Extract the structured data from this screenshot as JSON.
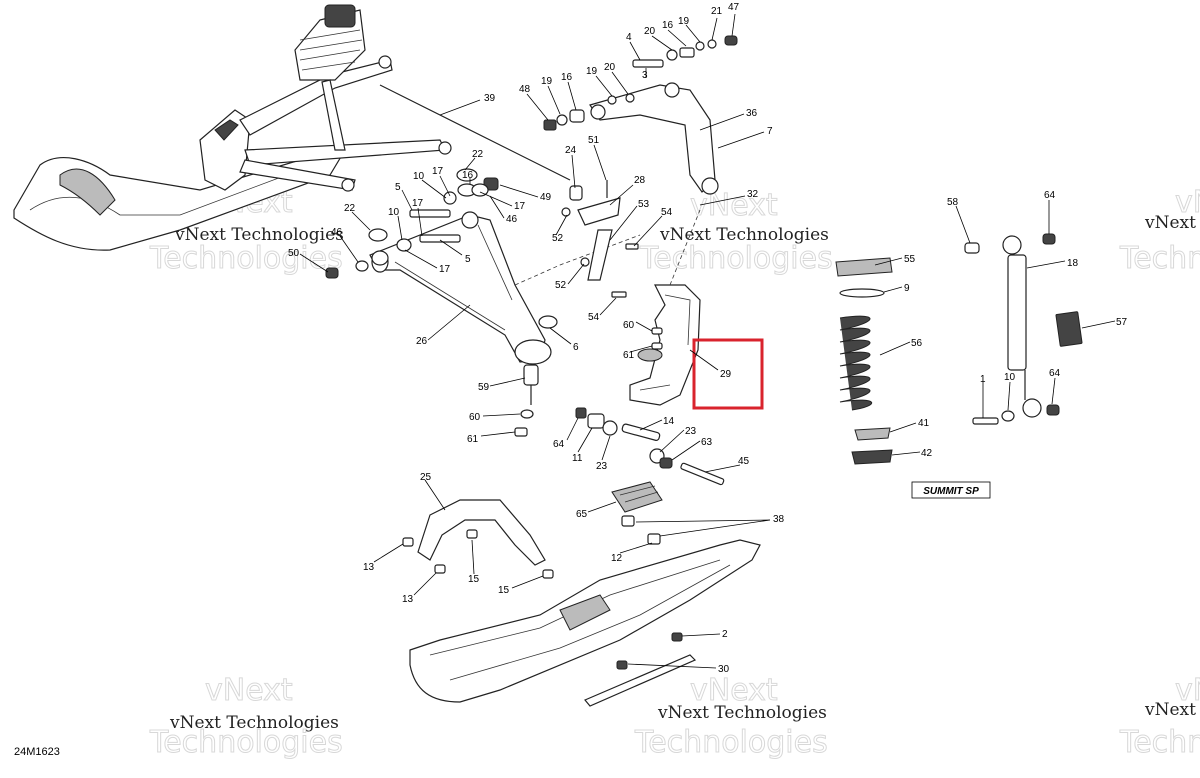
{
  "diagram": {
    "reference_code": "24M1623",
    "model_label": "SUMMIT SP",
    "highlighted_part": "29",
    "watermark": {
      "line1": "vNext",
      "line2": "vNext Technologies",
      "line3": "Technologies"
    }
  },
  "callouts": [
    {
      "id": "c47",
      "label": "47"
    },
    {
      "id": "c21",
      "label": "21"
    },
    {
      "id": "c19a",
      "label": "19"
    },
    {
      "id": "c16a",
      "label": "16"
    },
    {
      "id": "c20a",
      "label": "20"
    },
    {
      "id": "c4",
      "label": "4"
    },
    {
      "id": "c3",
      "label": "3"
    },
    {
      "id": "c19b",
      "label": "19"
    },
    {
      "id": "c20b",
      "label": "20"
    },
    {
      "id": "c19c",
      "label": "19"
    },
    {
      "id": "c16b",
      "label": "16"
    },
    {
      "id": "c48",
      "label": "48"
    },
    {
      "id": "c36",
      "label": "36"
    },
    {
      "id": "c7",
      "label": "7"
    },
    {
      "id": "c39",
      "label": "39"
    },
    {
      "id": "c51",
      "label": "51"
    },
    {
      "id": "c24",
      "label": "24"
    },
    {
      "id": "c22a",
      "label": "22"
    },
    {
      "id": "c28",
      "label": "28"
    },
    {
      "id": "c32",
      "label": "32"
    },
    {
      "id": "c5a",
      "label": "5"
    },
    {
      "id": "c10a",
      "label": "10"
    },
    {
      "id": "c17a",
      "label": "17"
    },
    {
      "id": "c16c",
      "label": "16"
    },
    {
      "id": "c17b",
      "label": "17"
    },
    {
      "id": "c49",
      "label": "49"
    },
    {
      "id": "c46a",
      "label": "46"
    },
    {
      "id": "c53",
      "label": "53"
    },
    {
      "id": "c54a",
      "label": "54"
    },
    {
      "id": "c52a",
      "label": "52"
    },
    {
      "id": "c22b",
      "label": "22"
    },
    {
      "id": "c10b",
      "label": "10"
    },
    {
      "id": "c17c",
      "label": "17"
    },
    {
      "id": "c46b",
      "label": "46"
    },
    {
      "id": "c50",
      "label": "50"
    },
    {
      "id": "c5b",
      "label": "5"
    },
    {
      "id": "c17d",
      "label": "17"
    },
    {
      "id": "c52b",
      "label": "52"
    },
    {
      "id": "c54b",
      "label": "54"
    },
    {
      "id": "c26",
      "label": "26"
    },
    {
      "id": "c6",
      "label": "6"
    },
    {
      "id": "c60a",
      "label": "60"
    },
    {
      "id": "c61a",
      "label": "61"
    },
    {
      "id": "c29",
      "label": "29"
    },
    {
      "id": "c59",
      "label": "59"
    },
    {
      "id": "c60b",
      "label": "60"
    },
    {
      "id": "c61b",
      "label": "61"
    },
    {
      "id": "c58",
      "label": "58"
    },
    {
      "id": "c64a",
      "label": "64"
    },
    {
      "id": "c55",
      "label": "55"
    },
    {
      "id": "c18",
      "label": "18"
    },
    {
      "id": "c9",
      "label": "9"
    },
    {
      "id": "c57",
      "label": "57"
    },
    {
      "id": "c56",
      "label": "56"
    },
    {
      "id": "c1",
      "label": "1"
    },
    {
      "id": "c10c",
      "label": "10"
    },
    {
      "id": "c64b",
      "label": "64"
    },
    {
      "id": "c41",
      "label": "41"
    },
    {
      "id": "c42",
      "label": "42"
    },
    {
      "id": "c14",
      "label": "14"
    },
    {
      "id": "c64c",
      "label": "64"
    },
    {
      "id": "c23a",
      "label": "23"
    },
    {
      "id": "c63",
      "label": "63"
    },
    {
      "id": "c11",
      "label": "11"
    },
    {
      "id": "c23b",
      "label": "23"
    },
    {
      "id": "c45",
      "label": "45"
    },
    {
      "id": "c25",
      "label": "25"
    },
    {
      "id": "c65",
      "label": "65"
    },
    {
      "id": "c38",
      "label": "38"
    },
    {
      "id": "c12",
      "label": "12"
    },
    {
      "id": "c13a",
      "label": "13"
    },
    {
      "id": "c15a",
      "label": "15"
    },
    {
      "id": "c13b",
      "label": "13"
    },
    {
      "id": "c15b",
      "label": "15"
    },
    {
      "id": "c2",
      "label": "2"
    },
    {
      "id": "c30",
      "label": "30"
    }
  ]
}
